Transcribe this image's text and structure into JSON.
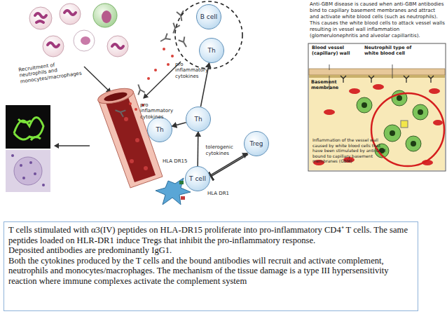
{
  "diagram": {
    "nodes": [
      {
        "text": [
          "B cell"
        ]
      },
      {
        "text": [
          "Th"
        ]
      },
      {
        "text": [
          "Th"
        ]
      },
      {
        "text": [
          "Th"
        ]
      },
      {
        "text": [
          "Treg"
        ]
      },
      {
        "text": [
          "T cell"
        ]
      },
      {
        "text": [
          "T cells stimulated with α3(IV) peptides on HLA-DR15 proliferate into pro-inflammatory CD4⁺ T cells. The same peptides loaded on HLR-DR1 induce Tregs that inhibit the pro-inflammatory response.",
          "Deposited antibodies are predominantly IgG1.",
          "Both the cytokines produced by the T cells and the bound antibodies will recruit and activate complement, neutrophils and monocytes/macrophages. The mechanism of the tissue damage is a type III hypersensitivity reaction where immune complexes activate the complement system"
        ]
      }
    ],
    "edges": [
      {
        "from": 5,
        "to": 3,
        "arrow": "to"
      },
      {
        "from": 3,
        "to": 1,
        "arrow": "to"
      },
      {
        "from": 3,
        "to": 2,
        "arrow": "to"
      },
      {
        "from": 5,
        "to": 4,
        "arrow": "to"
      },
      {
        "from": 4,
        "to": 5,
        "arrow": "to",
        "label": "tolerogenic cytokines"
      }
    ],
    "labels": [
      "Recruitment of neutrophils and monocytes/macrophages",
      "pro inflammatory cytokines",
      "pro inflammatory cytokines",
      "HLA DR15",
      "HLA DR1",
      "Anti-GBM disease is caused when anti-GBM antibodies bind to capillary basement membranes and attract and activate white blood cells (such as neutrophils). This causes the white blood cells to attack vessel walls resulting in vessel wall inflammation (glomerulonephritis and alveolar capillaritis).",
      "Blood vessel (capillary) wall",
      "Neutrophil type of white blood cell",
      "Basement membrane",
      "Inflammation of the vessel wall caused by white blood cells that have been stimulated by anti-GBM bound to capillary basement membranes (GBM)"
    ]
  }
}
